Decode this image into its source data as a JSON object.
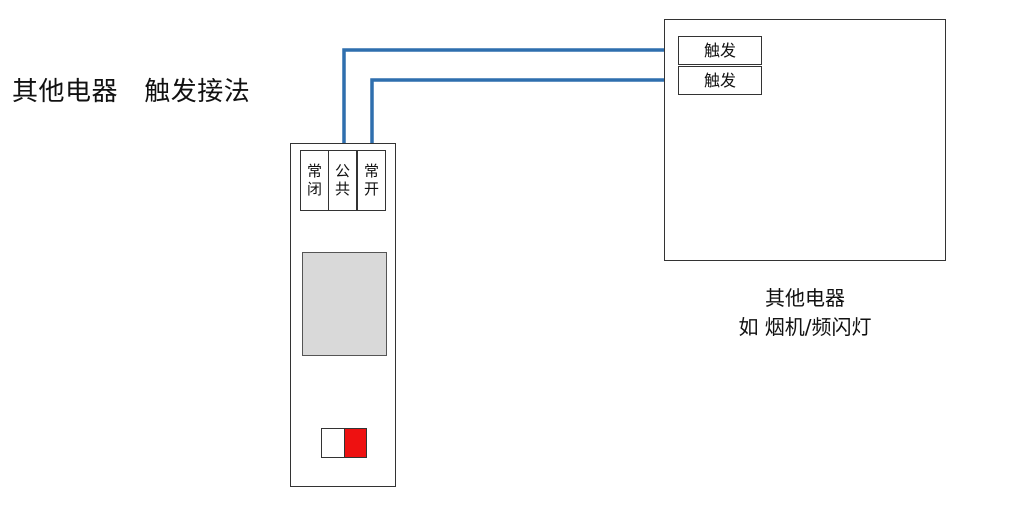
{
  "title": "其他电器   触发接法",
  "relay": {
    "terminals": [
      {
        "line1": "常",
        "line2": "闭"
      },
      {
        "line1": "公",
        "line2": "共"
      },
      {
        "line1": "常",
        "line2": "开"
      }
    ]
  },
  "device": {
    "trigger_1": "触发",
    "trigger_2": "触发",
    "caption_line1": "其他电器",
    "caption_line2": "如 烟机/频闪灯"
  },
  "colors": {
    "wire": "#2f6fae",
    "switch_on": "#ee1111",
    "display": "#d9d9d9"
  }
}
